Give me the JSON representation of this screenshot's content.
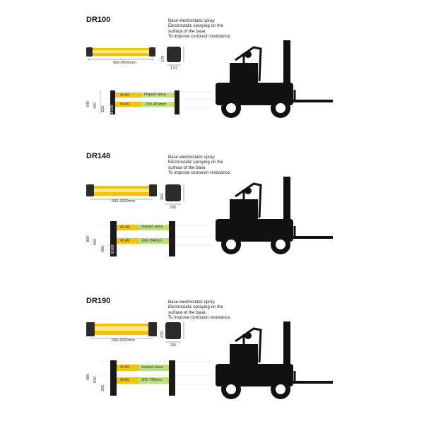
{
  "sections": [
    {
      "model": "DR100",
      "desc": [
        "Base  electrostatic spray",
        "Electrostatic spraying on the",
        "surface of the base.",
        "To improve corrosion resistance."
      ],
      "length_dim": "500-2000mm",
      "base_w": "170",
      "base_h": "170",
      "height_total": "500",
      "height_upper": "400",
      "height_lower": "250",
      "post_dia": "Φ130",
      "rail_top": "Φ100",
      "rail_bottom": "Φ100",
      "impact_label": "Impact area",
      "impact_range": "150-450mm"
    },
    {
      "model": "DR148",
      "desc": [
        "Base  electrostatic spray",
        "Electrostatic spraying on the",
        "surface of the base.",
        "To improve corrosion resistance."
      ],
      "length_dim": "600-2000mm",
      "base_w": "200",
      "base_h": "200",
      "height_total": "800",
      "height_upper": "650",
      "height_lower": "300",
      "post_dia": "Φ168",
      "rail_top": "Φ148",
      "rail_bottom": "Φ148",
      "impact_label": "Impact area",
      "impact_range": "226-724mm"
    },
    {
      "model": "DR190",
      "desc": [
        "Base  electrostatic spray",
        "Electrostatic spraying on the",
        "surface of the base.",
        "To improve corrosion resistance."
      ],
      "length_dim": "600-2000mm",
      "base_w": "230",
      "base_h": "230",
      "height_total": "800",
      "height_upper": "650",
      "height_lower": "300",
      "post_dia": "",
      "rail_top": "Φ190",
      "rail_bottom": "Φ190",
      "impact_label": "Impact area",
      "impact_range": "205-745mm"
    }
  ],
  "colors": {
    "rail_yellow": "#f5c400",
    "rail_light": "#ffe98a",
    "post_black": "#1a1a1a",
    "impact_green": "#b9e07a",
    "base_grey": "#2b2b2b"
  },
  "icons": [
    "forklift-icon"
  ]
}
